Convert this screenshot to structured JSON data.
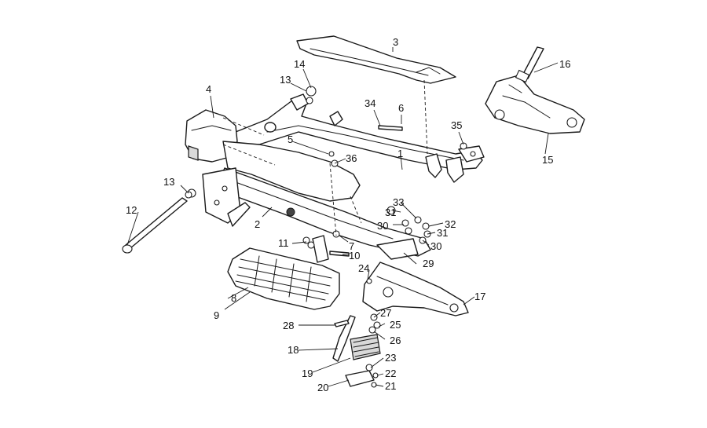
{
  "diagram": {
    "callouts": [
      "1",
      "2",
      "3",
      "4",
      "5",
      "6",
      "7",
      "8",
      "9",
      "10",
      "11",
      "12",
      "13",
      "14",
      "15",
      "16",
      "17",
      "18",
      "19",
      "20",
      "21",
      "22",
      "23",
      "24",
      "25",
      "26",
      "27",
      "28",
      "29",
      "30",
      "31",
      "32",
      "33",
      "34",
      "35",
      "36"
    ],
    "labels": {
      "c1": "1",
      "c2": "2",
      "c3": "3",
      "c4": "4",
      "c5": "5",
      "c6": "6",
      "c7": "7",
      "c8": "8",
      "c9": "9",
      "c10": "10",
      "c11": "11",
      "c12": "12",
      "c13a": "13",
      "c13b": "13",
      "c14": "14",
      "c15": "15",
      "c16": "16",
      "c17": "17",
      "c18": "18",
      "c19": "19",
      "c20": "20",
      "c21": "21",
      "c22": "22",
      "c23": "23",
      "c24": "24",
      "c25": "25",
      "c26": "26",
      "c27": "27",
      "c28": "28",
      "c29": "29",
      "c30a": "30",
      "c30b": "30",
      "c31a": "31",
      "c31b": "31",
      "c32": "32",
      "c33": "33",
      "c34": "34",
      "c35": "35",
      "c36": "36"
    }
  }
}
